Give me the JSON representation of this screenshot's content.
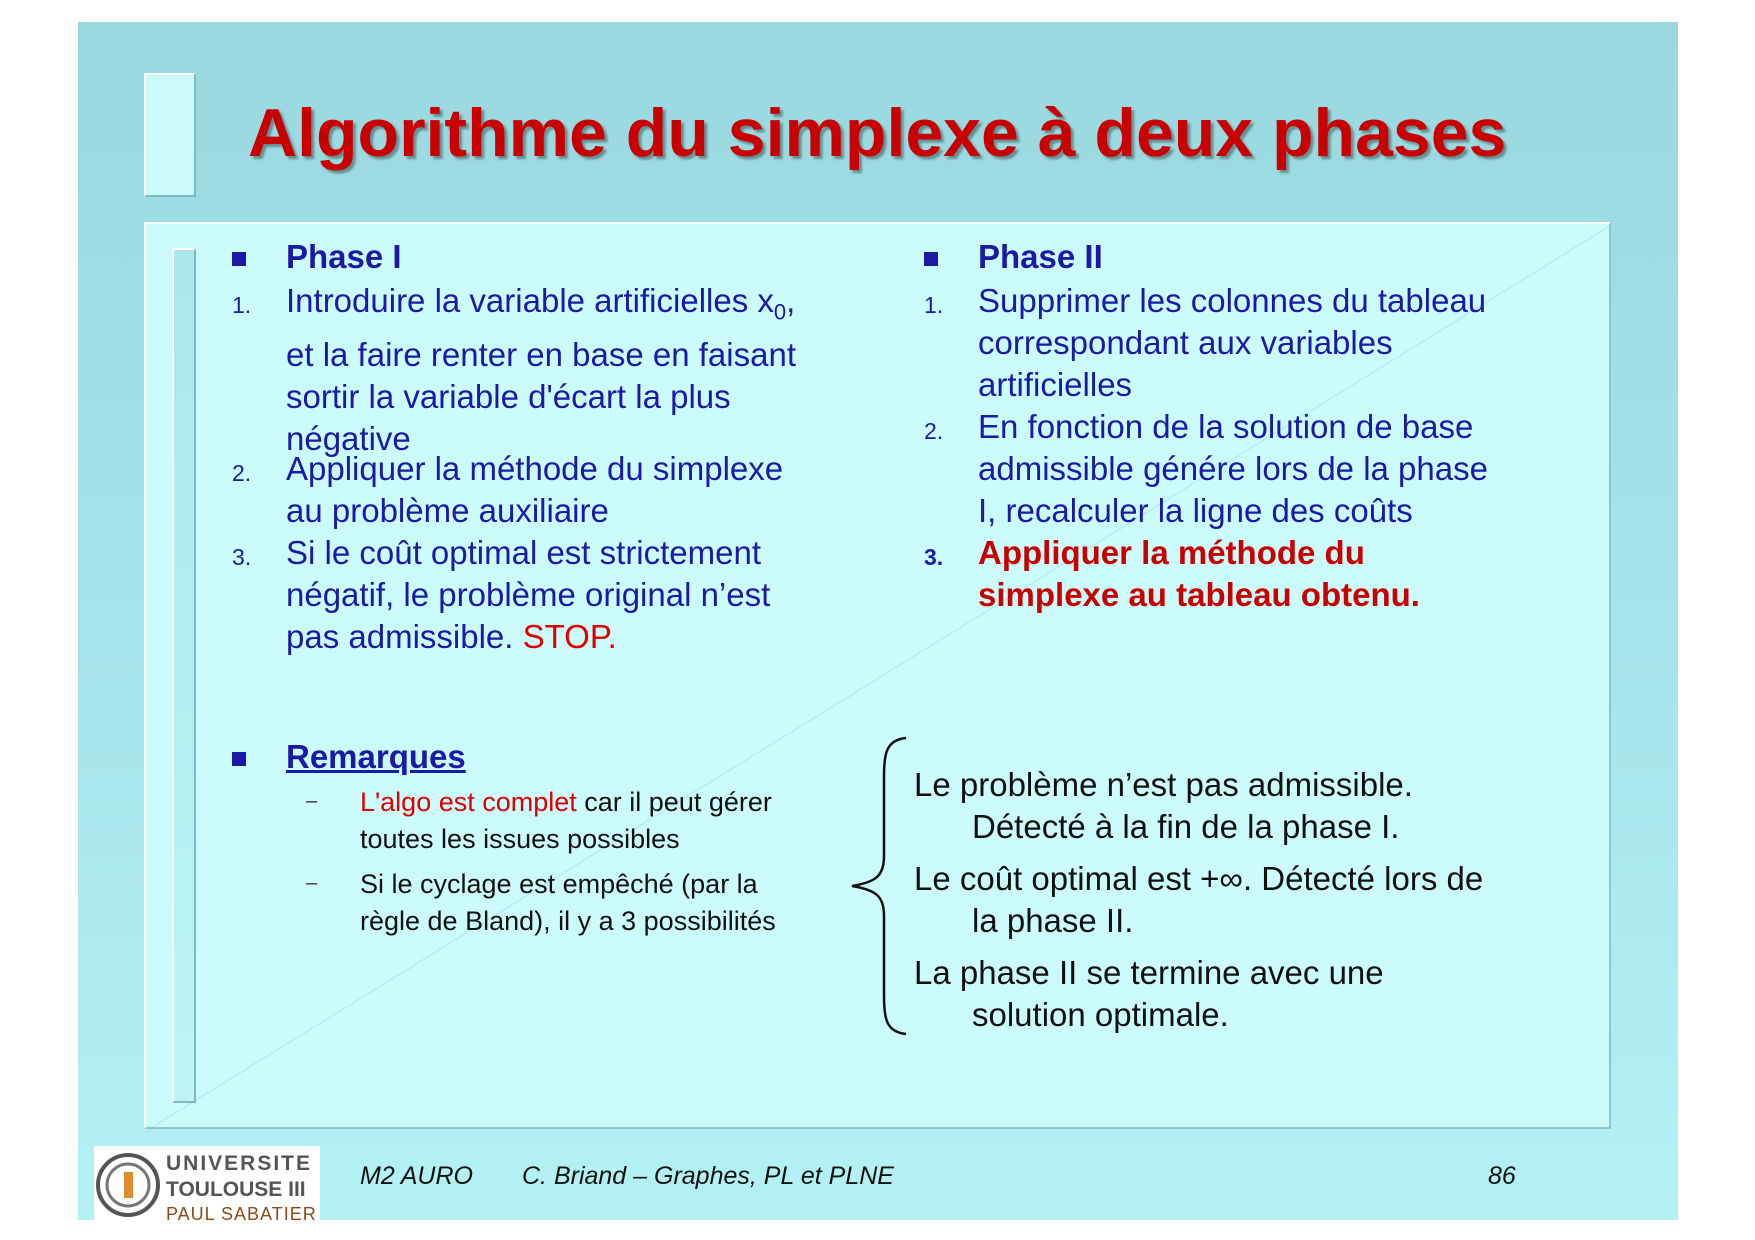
{
  "slide": {
    "title": "Algorithme du simplexe à deux phases"
  },
  "phase1": {
    "heading": "Phase I",
    "items": [
      {
        "num": "1.",
        "text_pre": "Introduire la  variable artificielles x",
        "sub": "0",
        "text_post": ",",
        "lines": [
          "et la faire renter en base en faisant",
          "sortir la variable d'écart la plus",
          "négative"
        ]
      },
      {
        "num": "2.",
        "lines": [
          "Appliquer la méthode du simplexe",
          "au problème auxiliaire"
        ]
      },
      {
        "num": "3.",
        "lines": [
          "Si le coût optimal est strictement",
          "négatif, le problème original n’est"
        ],
        "last_pre": "pas admissible. ",
        "last_red": "STOP."
      }
    ]
  },
  "phase2": {
    "heading": "Phase II",
    "items": [
      {
        "num": "1.",
        "lines": [
          "Supprimer les colonnes du tableau",
          "correspondant aux variables",
          "artificielles"
        ]
      },
      {
        "num": "2.",
        "lines": [
          "En fonction de la solution de base",
          "admissible génére lors de la phase",
          "I, recalculer la ligne des coûts"
        ]
      },
      {
        "num": "3.",
        "lines": [
          "Appliquer la méthode du",
          "simplexe au tableau obtenu."
        ]
      }
    ]
  },
  "remarques": {
    "heading": "Remarques",
    "items": [
      {
        "dash": "–",
        "red": "L'algo est complet",
        "rest": " car il peut gérer",
        "line2": "toutes les issues possibles"
      },
      {
        "dash": "–",
        "line1": "Si le cyclage est empêché (par la",
        "line2": "règle de Bland), il y a 3 possibilités"
      }
    ]
  },
  "possibilities": [
    {
      "line1": "Le problème n’est pas admissible.",
      "line2": "Détecté à la fin de la phase I."
    },
    {
      "line1": "Le coût optimal est +∞. Détecté lors de",
      "line2": "la phase II."
    },
    {
      "line1": "La phase II se termine avec une",
      "line2": "solution optimale."
    }
  ],
  "footer": {
    "course": "M2 AURO",
    "author": "C. Briand – Graphes, PL et PLNE",
    "page": "86"
  },
  "logo": {
    "line1": "UNIVERSITE",
    "line2": "TOULOUSE III",
    "line3": "PAUL SABATIER"
  }
}
